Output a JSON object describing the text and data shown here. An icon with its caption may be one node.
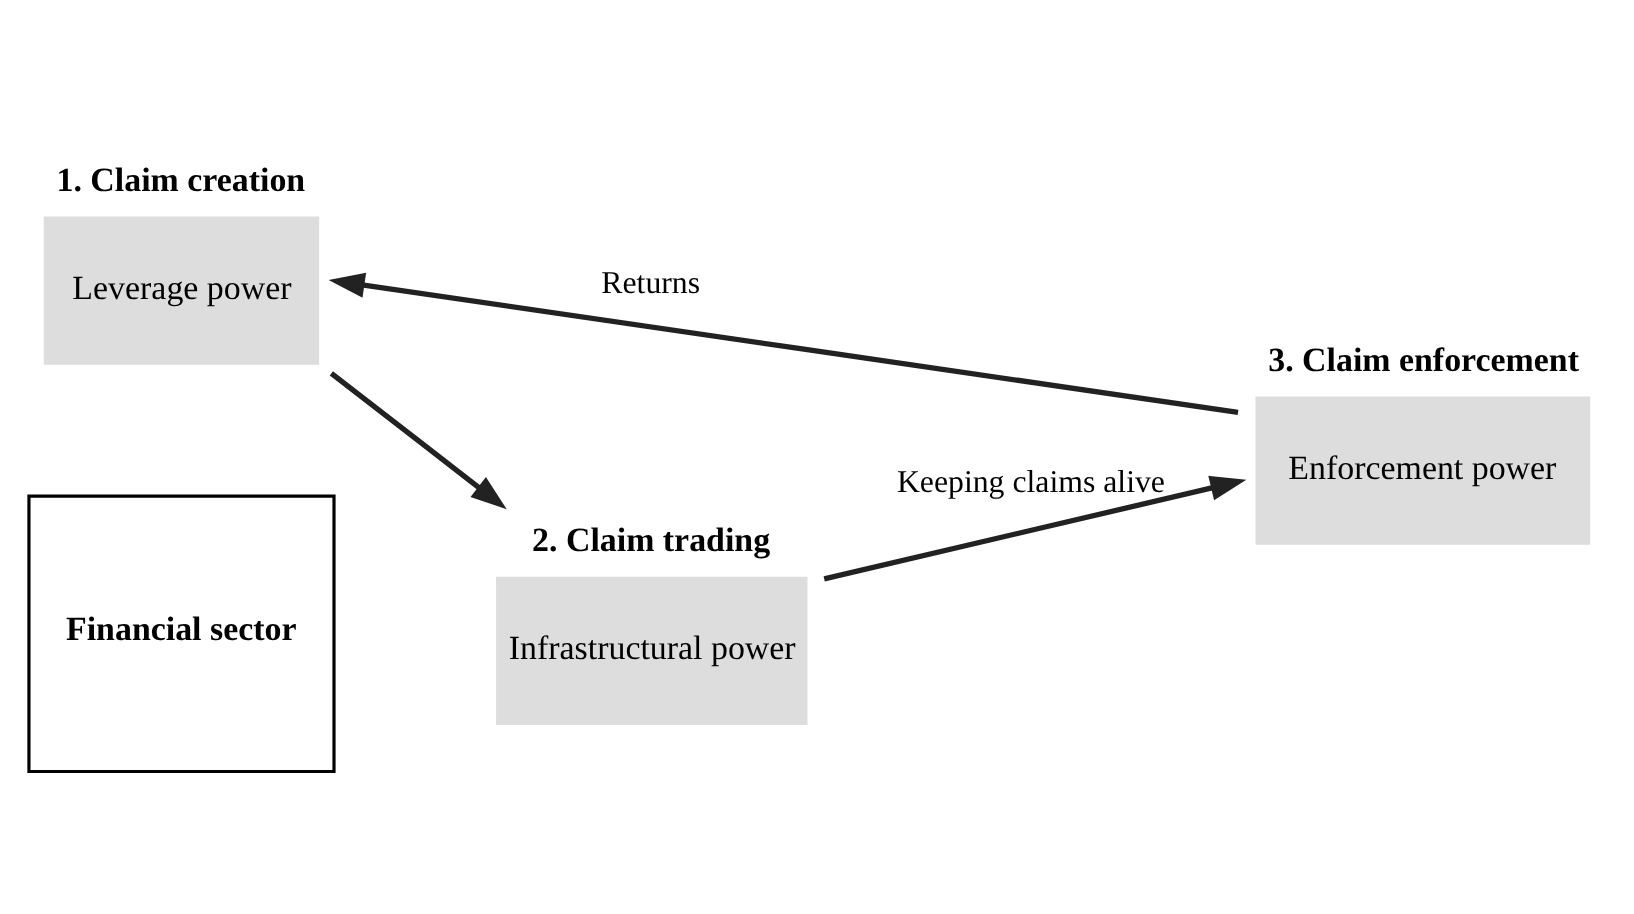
{
  "diagram": {
    "nodes": [
      {
        "text": [
          "1. Claim creation",
          "Leverage power"
        ]
      },
      {
        "text": [
          "2. Claim trading",
          "Infrastructural power"
        ]
      },
      {
        "text": [
          "3. Claim enforcement",
          "Enforcement power"
        ]
      },
      {
        "text": [
          "Financial sector"
        ]
      }
    ],
    "edges": [
      {
        "from": 0,
        "to": 1,
        "arrow": "to"
      },
      {
        "from": 1,
        "to": 2,
        "arrow": "to",
        "label": "Keeping claims alive"
      },
      {
        "from": 2,
        "to": 0,
        "arrow": "to",
        "label": "Returns"
      }
    ]
  }
}
